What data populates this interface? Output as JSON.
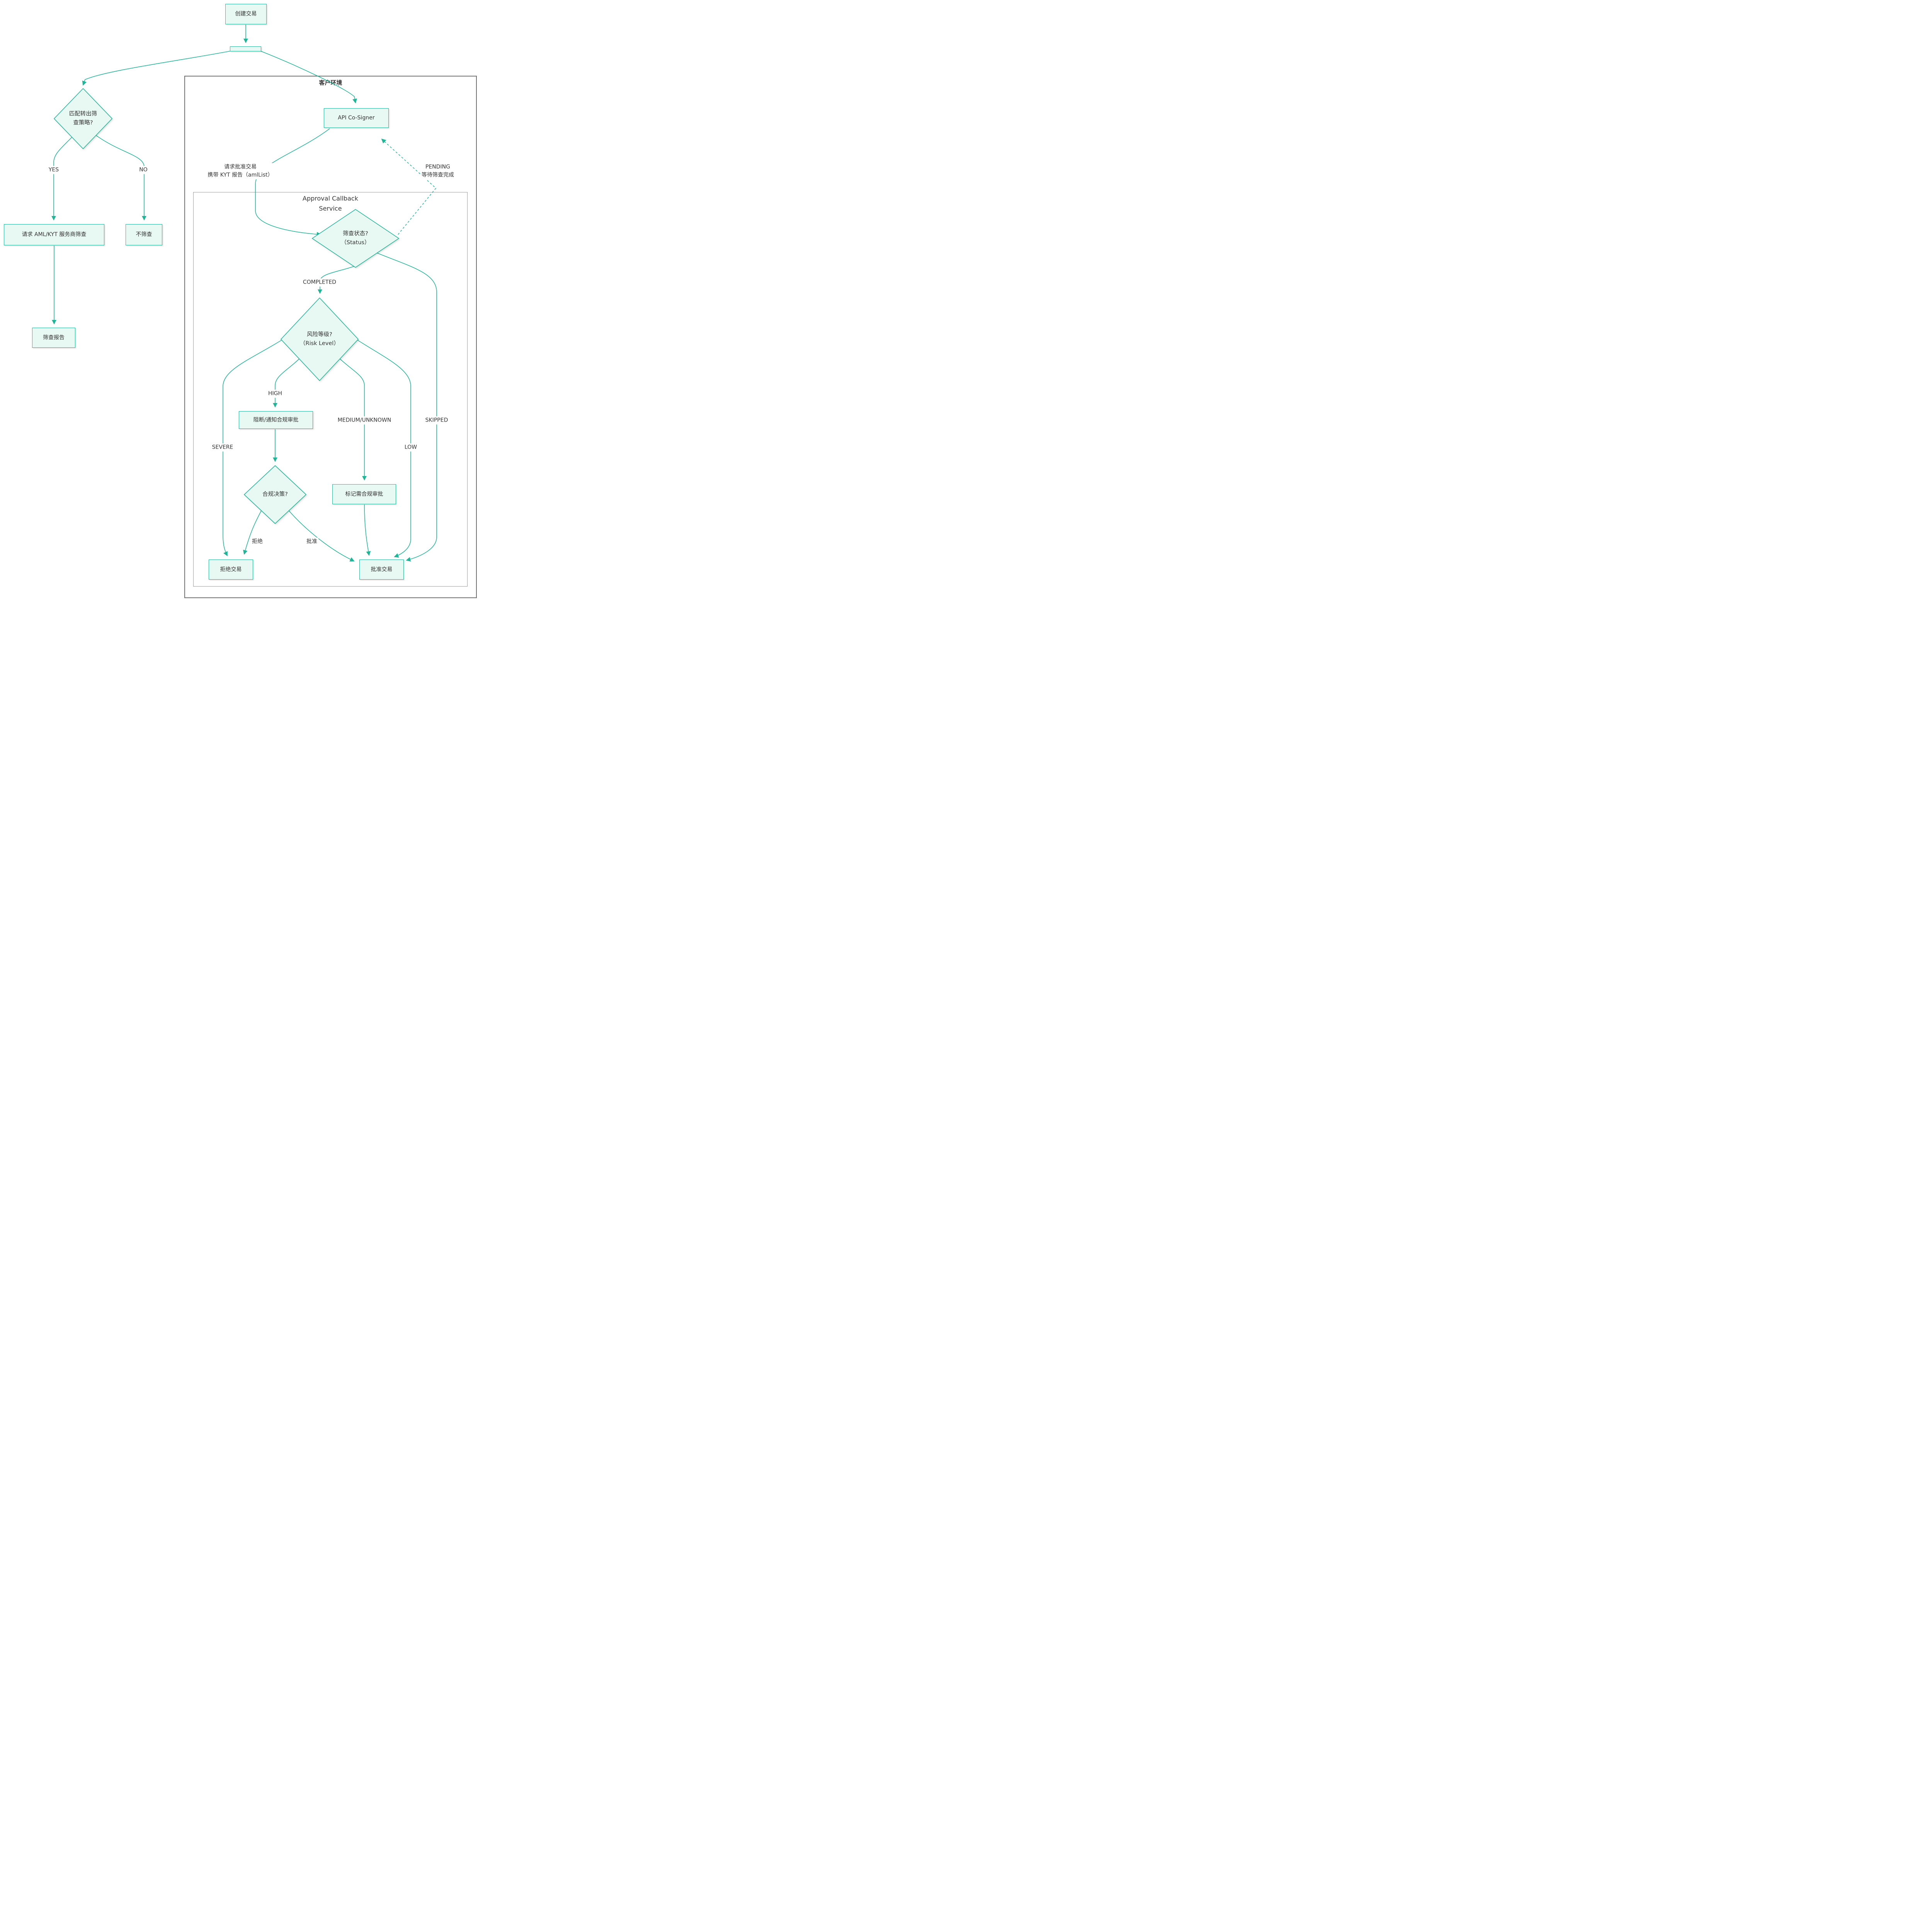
{
  "nodes": {
    "create_transaction": {
      "label": "创建交易"
    },
    "match_policy_decision": {
      "label_line1": "匹配转出筛",
      "label_line2": "查策略?"
    },
    "request_aml_kyt": {
      "label": "请求 AML/KYT 服务商筛查"
    },
    "no_screening": {
      "label": "不筛查"
    },
    "screening_report": {
      "label": "筛查报告"
    },
    "api_cosigner": {
      "label": "API Co-Signer"
    },
    "screening_status_decision": {
      "label_line1": "筛查状态?",
      "label_line2": "（Status）"
    },
    "risk_level_decision": {
      "label_line1": "风险等级?",
      "label_line2": "（Risk Level）"
    },
    "block_notify_compliance": {
      "label": "阻断/通知合规审批"
    },
    "compliance_decision": {
      "label": "合规决策?"
    },
    "mark_compliance_review": {
      "label": "标记需合规审批"
    },
    "reject_transaction": {
      "label": "拒绝交易"
    },
    "approve_transaction": {
      "label": "批准交易"
    }
  },
  "containers": {
    "customer_environment": {
      "label": "客户环境"
    },
    "approval_callback_service": {
      "label_line1": "Approval Callback",
      "label_line2": "Service"
    }
  },
  "edge_labels": {
    "yes": "YES",
    "no": "NO",
    "request_approval_line1": "请求批准交易",
    "request_approval_line2": "携带 KYT 报告（amlList）",
    "pending_line1": "PENDING",
    "pending_line2": "等待筛查完成",
    "completed": "COMPLETED",
    "high": "HIGH",
    "severe": "SEVERE",
    "medium_unknown": "MEDIUM/UNKNOWN",
    "skipped": "SKIPPED",
    "low": "LOW",
    "reject": "拒绝",
    "approve": "批准"
  },
  "colors": {
    "edge": "#1fb596",
    "node_border": "#1fb596",
    "node_fill": "#e8f8f3",
    "text": "#333333",
    "outer_container_border": "#6f6f6f",
    "inner_container_border": "#979797"
  }
}
